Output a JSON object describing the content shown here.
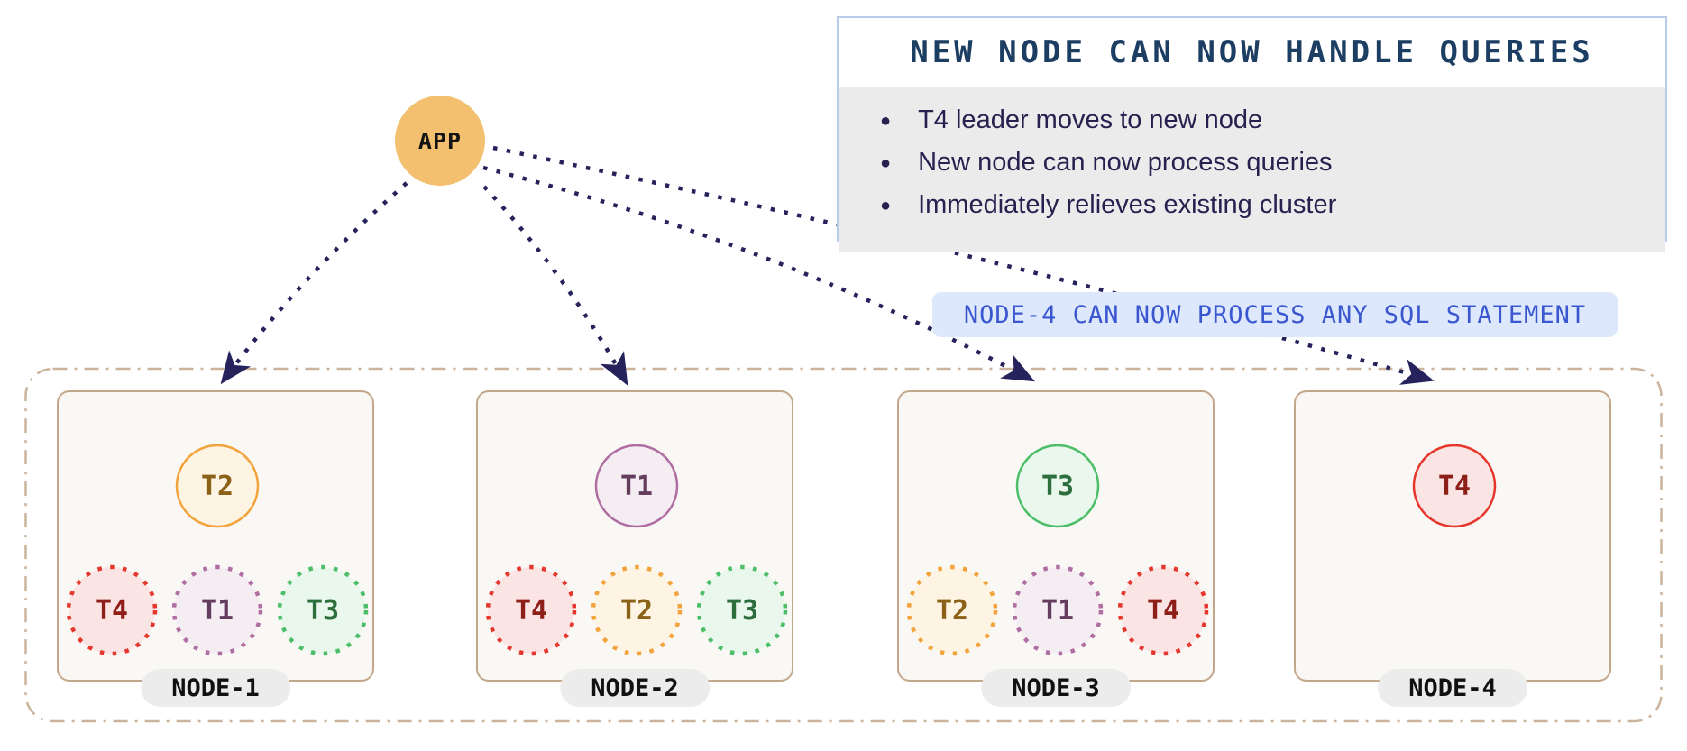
{
  "app": {
    "label": "APP"
  },
  "callout": {
    "title": "NEW NODE CAN NOW HANDLE QUERIES",
    "bullets": [
      "T4 leader moves to new node",
      "New node can now process queries",
      "Immediately relieves existing cluster"
    ]
  },
  "banner": {
    "text": "NODE-4 CAN NOW PROCESS ANY SQL STATEMENT"
  },
  "cluster": {
    "nodes": [
      {
        "name": "NODE-1",
        "leader": {
          "label": "T2",
          "color": "orange"
        },
        "followers": [
          {
            "label": "T4",
            "color": "red"
          },
          {
            "label": "T1",
            "color": "purple"
          },
          {
            "label": "T3",
            "color": "green"
          }
        ]
      },
      {
        "name": "NODE-2",
        "leader": {
          "label": "T1",
          "color": "purple"
        },
        "followers": [
          {
            "label": "T4",
            "color": "red"
          },
          {
            "label": "T2",
            "color": "orange"
          },
          {
            "label": "T3",
            "color": "green"
          }
        ]
      },
      {
        "name": "NODE-3",
        "leader": {
          "label": "T3",
          "color": "green"
        },
        "followers": [
          {
            "label": "T2",
            "color": "orange"
          },
          {
            "label": "T1",
            "color": "purple"
          },
          {
            "label": "T4",
            "color": "red"
          }
        ]
      },
      {
        "name": "NODE-4",
        "leader": {
          "label": "T4",
          "color": "red"
        },
        "followers": []
      }
    ]
  },
  "palette": {
    "arrow": "#26235c",
    "boundary": "#ccb49c",
    "node_border": "#c3a78b",
    "node_fill": "#faf8f5",
    "app_fill": "#f2c06f",
    "callout_border": "#b7cde9",
    "callout_body_bg": "#ebebeb",
    "callout_title_color": "#1d3e63",
    "banner_bg": "#dde8fd",
    "banner_color": "#3a57d0",
    "tablets": {
      "red": {
        "stroke": "#e5372b",
        "fill": "#fbe5e4",
        "text": "#8e1f18"
      },
      "purple": {
        "stroke": "#b06da2",
        "fill": "#f4eef3",
        "text": "#643c5d"
      },
      "green": {
        "stroke": "#4cbe68",
        "fill": "#e9f7ec",
        "text": "#2d6e3d"
      },
      "orange": {
        "stroke": "#f2a33c",
        "fill": "#fdf4e4",
        "text": "#8a6116"
      }
    }
  }
}
